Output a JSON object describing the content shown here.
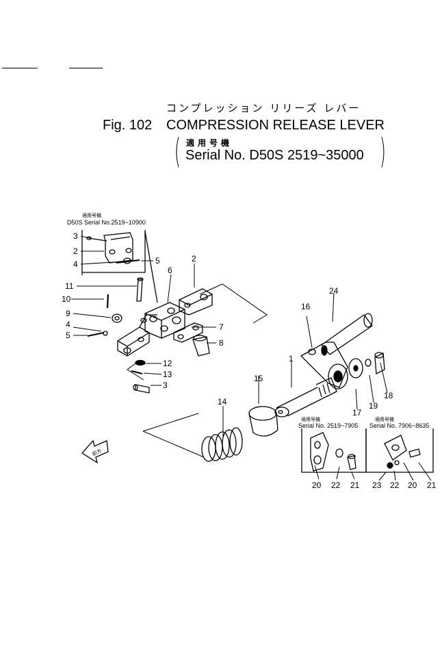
{
  "header": {
    "title_jp": "コンプレッション リリーズ レバー",
    "fig_label": "Fig. 102",
    "title_en": "COMPRESSION RELEASE LEVER",
    "paren_open": "(",
    "paren_close": ")",
    "serial_jp": "適用号機",
    "serial_en": "Serial No. D50S   2519~35000"
  },
  "insets": {
    "top_left_jp": "適用号機",
    "top_left_serial": "D50S Serial No.2519~10900",
    "right_a_jp": "適用号機",
    "right_a_serial": "Serial No. 2519~7905",
    "right_b_jp": "適用号機",
    "right_b_serial": "Serial No. 7906~8635"
  },
  "direction_arrow_label": "前方",
  "part_labels": {
    "p3a": "3",
    "p2a": "2",
    "p4a": "4",
    "p5a": "5",
    "p11": "11",
    "p6": "6",
    "p2b": "2",
    "p10": "10",
    "p9": "9",
    "p4b": "4",
    "p5b": "5",
    "p7": "7",
    "p8": "8",
    "p12": "12",
    "p13": "13",
    "p3b": "3",
    "p16": "16",
    "p24": "24",
    "p1": "1",
    "p14": "14",
    "p15": "15",
    "p17": "17",
    "p19": "19",
    "p18": "18",
    "p20a": "20",
    "p22a": "22",
    "p21a": "21",
    "p23": "23",
    "p22b": "22",
    "p20b": "20",
    "p21b": "21"
  }
}
